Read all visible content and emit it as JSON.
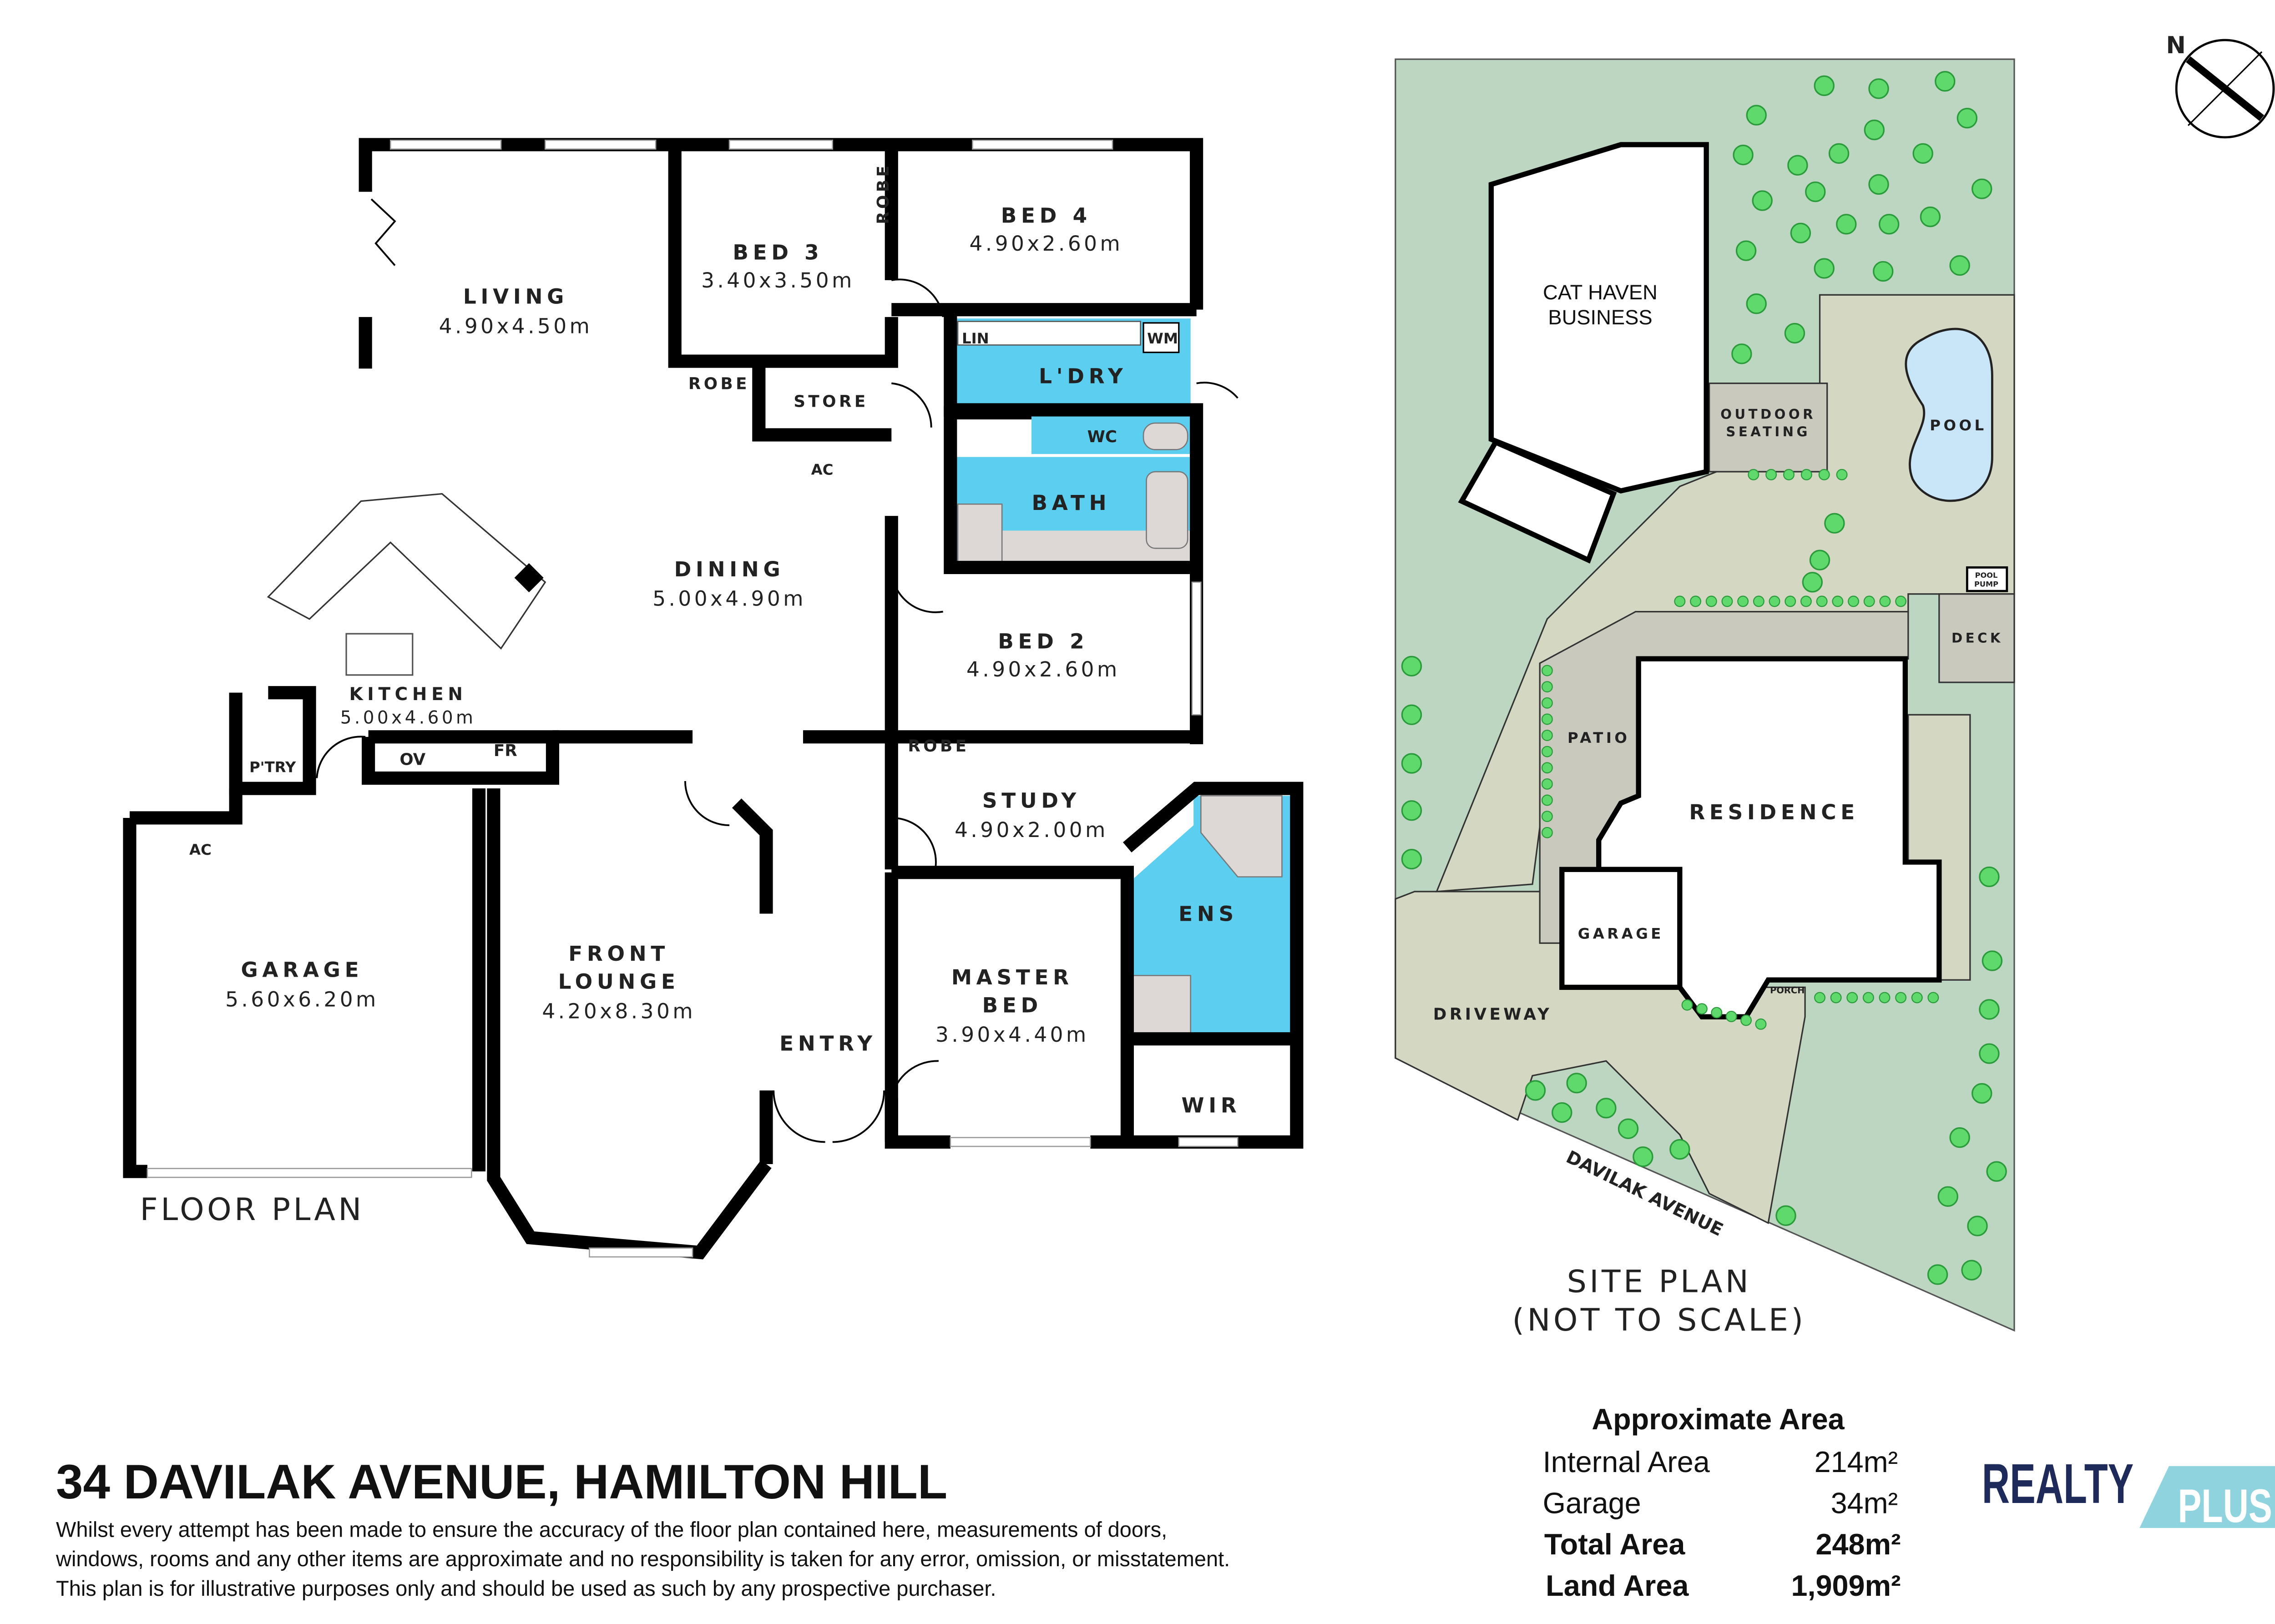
{
  "floor_plan": {
    "title": "FLOOR PLAN",
    "rooms": {
      "living": {
        "name": "LIVING",
        "dims": "4.90x4.50m"
      },
      "bed3": {
        "name": "BED 3",
        "dims": "3.40x3.50m"
      },
      "bed4": {
        "name": "BED 4",
        "dims": "4.90x2.60m"
      },
      "robe_bed3": {
        "name": "ROBE"
      },
      "robe_bed4": {
        "name": "ROBE"
      },
      "store": {
        "name": "STORE"
      },
      "ac1": {
        "name": "AC"
      },
      "lin": {
        "name": "LIN"
      },
      "wm": {
        "name": "WM"
      },
      "laundry": {
        "name": "L'DRY"
      },
      "wc": {
        "name": "WC"
      },
      "bath": {
        "name": "BATH"
      },
      "dining": {
        "name": "DINING",
        "dims": "5.00x4.90m"
      },
      "kitchen": {
        "name": "KITCHEN",
        "dims": "5.00x4.60m"
      },
      "bed2": {
        "name": "BED 2",
        "dims": "4.90x2.60m"
      },
      "robe_bed2": {
        "name": "ROBE"
      },
      "pantry": {
        "name": "P'TRY"
      },
      "ov": {
        "name": "OV"
      },
      "fr": {
        "name": "FR"
      },
      "ac2": {
        "name": "AC"
      },
      "study": {
        "name": "STUDY",
        "dims": "4.90x2.00m"
      },
      "ens": {
        "name": "ENS"
      },
      "garage": {
        "name": "GARAGE",
        "dims": "5.60x6.20m"
      },
      "front_lounge": {
        "name1": "FRONT",
        "name2": "LOUNGE",
        "dims": "4.20x8.30m"
      },
      "entry": {
        "name": "ENTRY"
      },
      "master": {
        "name1": "MASTER",
        "name2": "BED",
        "dims": "3.90x4.40m"
      },
      "wir": {
        "name": "WIR"
      }
    }
  },
  "site_plan": {
    "title": "SITE PLAN",
    "subtitle": "(NOT TO SCALE)",
    "compass": "N",
    "labels": {
      "cat_haven_1": "CAT HAVEN",
      "cat_haven_2": "BUSINESS",
      "outdoor_1": "OUTDOOR",
      "outdoor_2": "SEATING",
      "pool": "POOL",
      "pool_pump_1": "POOL",
      "pool_pump_2": "PUMP",
      "deck": "DECK",
      "patio": "PATIO",
      "residence": "RESIDENCE",
      "garage": "GARAGE",
      "porch": "PORCH",
      "driveway": "DRIVEWAY",
      "street": "DAVILAK AVENUE"
    }
  },
  "address": "34 DAVILAK AVENUE, HAMILTON HILL",
  "disclaimer": [
    "Whilst every attempt has been made to ensure the accuracy of the floor plan contained here, measurements of doors,",
    "windows, rooms and any other items are approximate and no responsibility is taken for any error, omission, or misstatement.",
    "This plan is for illustrative purposes only and should be used as such by any prospective purchaser."
  ],
  "area": {
    "heading": "Approximate Area",
    "rows": [
      {
        "label": "Internal Area",
        "value": "214m²"
      },
      {
        "label": "Garage",
        "value": "34m²"
      },
      {
        "label": "Total Area",
        "value": "248m²"
      },
      {
        "label": "Land Area",
        "value": "1,909m²"
      }
    ]
  },
  "logo": {
    "word1": "REALTY",
    "word2": "PLUS",
    "color1": "#1e2a5a",
    "color2": "#8fd3de"
  },
  "colors": {
    "tile": "#5ccff0",
    "grass": "#bcd6c2",
    "paving": "#d4d7c1",
    "patio": "#c9cabd",
    "pool": "#c9e6f8",
    "tree": "#5fd86c"
  }
}
